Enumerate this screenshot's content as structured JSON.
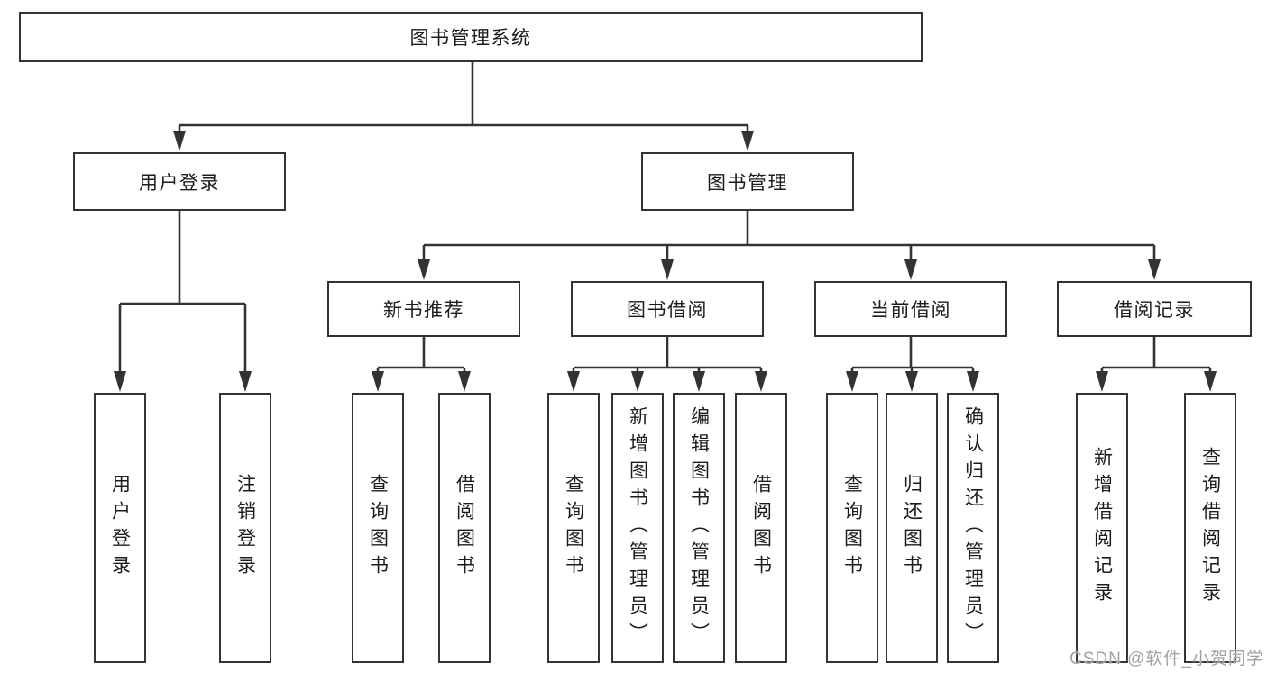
{
  "diagram": {
    "root": {
      "label": "图书管理系统"
    },
    "level2": {
      "user_login": {
        "label": "用户登录"
      },
      "book_mgmt": {
        "label": "图书管理"
      }
    },
    "level3": {
      "new_book": {
        "label": "新书推荐"
      },
      "book_borrow": {
        "label": "图书借阅"
      },
      "current_borrow": {
        "label": "当前借阅"
      },
      "borrow_record": {
        "label": "借阅记录"
      }
    },
    "leaves": {
      "user_login_leaf": {
        "label": "用户登录"
      },
      "logout": {
        "label": "注销登录"
      },
      "newbook_query": {
        "label": "查询图书"
      },
      "newbook_borrow": {
        "label": "借阅图书"
      },
      "borrow_query": {
        "label": "查询图书"
      },
      "borrow_add": {
        "label": "新增图书（管理员）"
      },
      "borrow_edit": {
        "label": "编辑图书（管理员）"
      },
      "borrow_borrow": {
        "label": "借阅图书"
      },
      "current_query": {
        "label": "查询图书"
      },
      "current_return": {
        "label": "归还图书"
      },
      "current_confirm": {
        "label": "确认归还（管理员）"
      },
      "record_add": {
        "label": "新增借阅记录"
      },
      "record_query": {
        "label": "查询借阅记录"
      }
    }
  },
  "watermark": {
    "text": "CSDN @软件_小贺同学"
  },
  "colors": {
    "line": "#333333",
    "border": "#333333",
    "text": "#1c1c1c",
    "watermark": "#a3a3a3",
    "background": "#ffffff"
  }
}
